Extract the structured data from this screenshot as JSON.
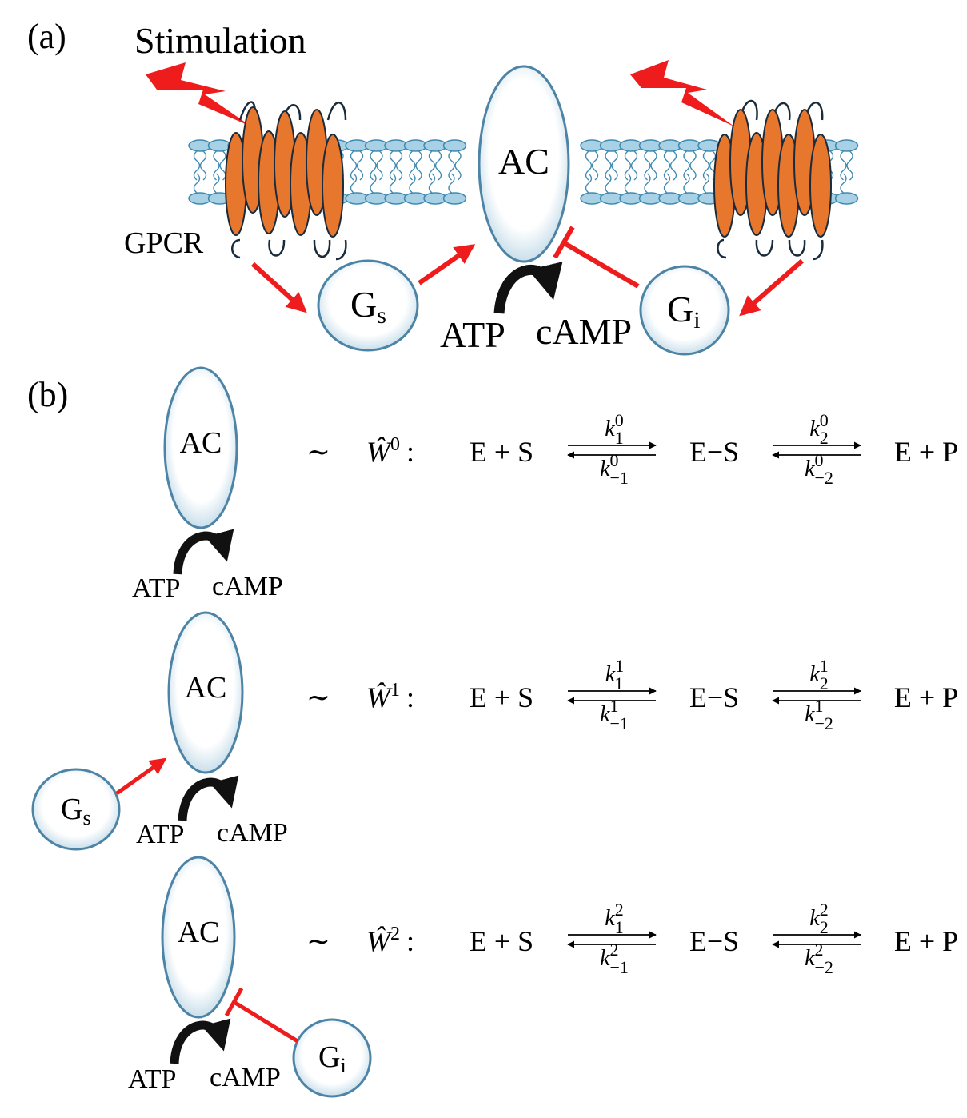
{
  "panel_a": {
    "label": "(a)",
    "stimulation": "Stimulation",
    "gpcr": "GPCR",
    "ac": "AC",
    "gs_main": "G",
    "gs_sub": "s",
    "gi_main": "G",
    "gi_sub": "i",
    "atp": "ATP",
    "camp": "cAMP"
  },
  "panel_b": {
    "label": "(b)",
    "rows": [
      {
        "ac": "AC",
        "atp": "ATP",
        "camp": "cAMP",
        "tilde": "∼",
        "w": "Ŵ",
        "sup": "0",
        "colon": ":",
        "left": "E + S",
        "mid": "E−S",
        "right": "E + P",
        "k1": "k",
        "k1_sup": "0",
        "k1_sub": "1",
        "km1": "k",
        "km1_sup": "0",
        "km1_sub": "−1",
        "k2": "k",
        "k2_sup": "0",
        "k2_sub": "2",
        "km2": "k",
        "km2_sup": "0",
        "km2_sub": "−2"
      },
      {
        "ac": "AC",
        "atp": "ATP",
        "camp": "cAMP",
        "tilde": "∼",
        "w": "Ŵ",
        "sup": "1",
        "colon": ":",
        "left": "E + S",
        "mid": "E−S",
        "right": "E + P",
        "k1": "k",
        "k1_sup": "1",
        "k1_sub": "1",
        "km1": "k",
        "km1_sup": "1",
        "km1_sub": "−1",
        "k2": "k",
        "k2_sup": "1",
        "k2_sub": "2",
        "km2": "k",
        "km2_sup": "1",
        "km2_sub": "−2",
        "g_main": "G",
        "g_sub": "s"
      },
      {
        "ac": "AC",
        "atp": "ATP",
        "camp": "cAMP",
        "tilde": "∼",
        "w": "Ŵ",
        "sup": "2",
        "colon": ":",
        "left": "E + S",
        "mid": "E−S",
        "right": "E + P",
        "k1": "k",
        "k1_sup": "2",
        "k1_sub": "1",
        "km1": "k",
        "km1_sup": "2",
        "km1_sub": "−1",
        "k2": "k",
        "k2_sup": "2",
        "k2_sub": "2",
        "km2": "k",
        "km2_sup": "2",
        "km2_sub": "−2",
        "g_main": "G",
        "g_sub": "i"
      }
    ]
  },
  "colors": {
    "activation": "#ee1c1c",
    "receptor": "#e8772e",
    "membrane": "#a9d1e6",
    "membrane_edge": "#3f8ab0",
    "bubble_edge": "#4d84a6",
    "bubble_fill": "#eef6fa"
  },
  "icons": {
    "stimulus": "lightning-bolt-icon",
    "activation": "arrow-icon",
    "inhibition": "t-bar-inhibition-icon",
    "catalysis": "curved-arrow-icon"
  }
}
